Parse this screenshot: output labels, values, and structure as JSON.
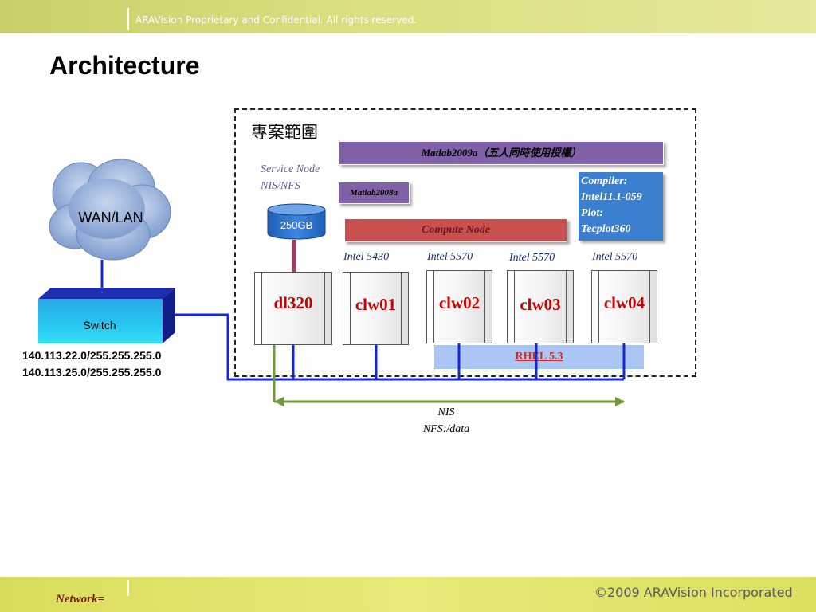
{
  "header": {
    "confidential": "ARAVision Proprietary and Confidential. All rights reserved."
  },
  "title": "Architecture",
  "scope_label": "專案範圍",
  "matlab2009": "Matlab2009a（五人同時使用授權）",
  "matlab2008": "Matlab2008a",
  "service_node": {
    "line1": "Service Node",
    "line2": "NIS/NFS"
  },
  "compute_node": "Compute Node",
  "compiler": [
    "Compiler:",
    "Intel11.1-059",
    "Plot:",
    "Tecplot360"
  ],
  "storage": "250GB",
  "cpus": [
    "Intel 5430",
    "Intel 5570",
    "Intel 5570",
    "Intel 5570"
  ],
  "servers": [
    "dl320",
    "clw01",
    "clw02",
    "clw03",
    "clw04"
  ],
  "os": "RHEL 5.3",
  "cloud": "WAN/LAN",
  "switch": "Switch",
  "networks": [
    "140.113.22.0/255.255.255.0",
    "140.113.25.0/255.255.255.0"
  ],
  "nis": {
    "line1": "NIS",
    "line2": "NFS:/data"
  },
  "footer": {
    "network": "Network=",
    "copyright": "2009 ARAVision Incorporated"
  },
  "colors": {
    "lan_line": "#1428d8",
    "nis_line": "#6e9a3a",
    "link_line": "#a03a6a",
    "server_name": "#cc0000"
  }
}
